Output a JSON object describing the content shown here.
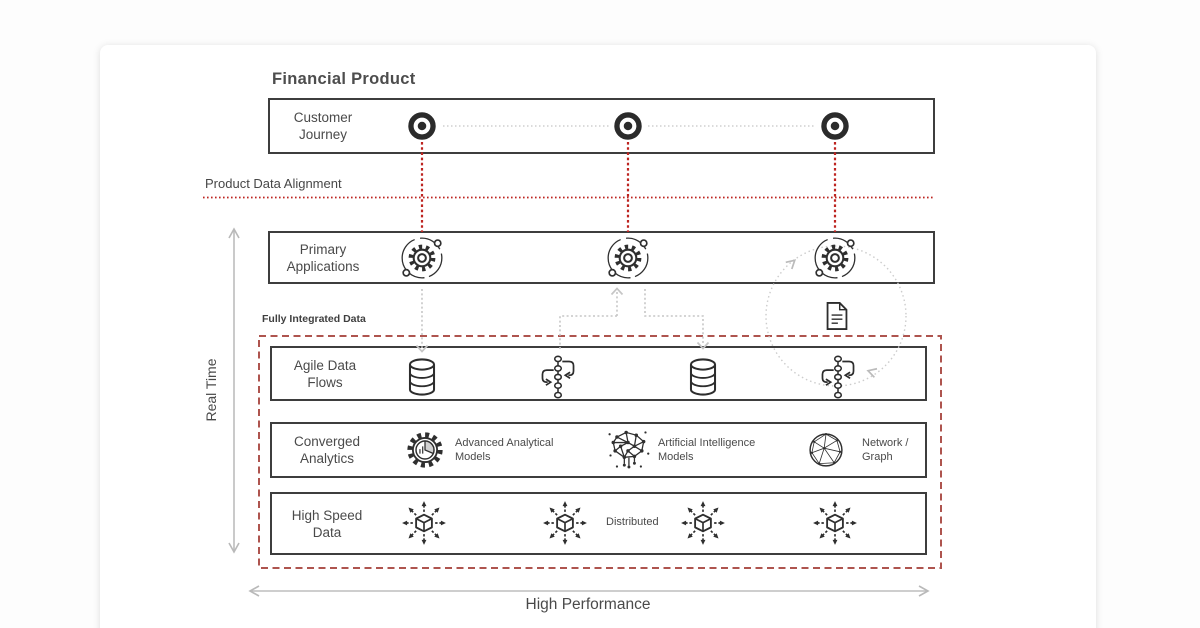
{
  "title": "Financial Product",
  "annotations": {
    "product_data_alignment": "Product Data Alignment",
    "fully_integrated_data": "Fully Integrated Data",
    "distributed": "Distributed",
    "real_time": "Real Time",
    "high_performance": "High Performance"
  },
  "rows": {
    "customer_journey": {
      "label": "Customer\nJourney",
      "icon": "target-icon",
      "icon_count": 3
    },
    "primary_applications": {
      "label": "Primary\nApplications",
      "icon": "gear-orbit-icon",
      "icon_count": 3
    },
    "agile_data_flows": {
      "label": "Agile Data\nFlows",
      "icons": [
        "database-icon",
        "data-flow-icon",
        "database-icon",
        "data-flow-icon"
      ]
    },
    "converged_analytics": {
      "label": "Converged\nAnalytics",
      "items": [
        {
          "icon": "analytics-gear-icon",
          "label": "Advanced Analytical\nModels"
        },
        {
          "icon": "ai-brain-icon",
          "label": "Artificial Intelligence\nModels"
        },
        {
          "icon": "network-graph-icon",
          "label": "Network /\nGraph"
        }
      ]
    },
    "high_speed_data": {
      "label": "High Speed\nData",
      "icon": "distributed-cube-icon",
      "icon_count": 4,
      "annotation": "Distributed"
    },
    "document": {
      "icon": "document-icon"
    }
  },
  "colors": {
    "accent_red": "#bd2420",
    "muted_red": "#ae544e",
    "connector_gray": "#c6c6c6",
    "border_ink": "#3d3d3d",
    "icon_ink": "#2d2d2d"
  }
}
